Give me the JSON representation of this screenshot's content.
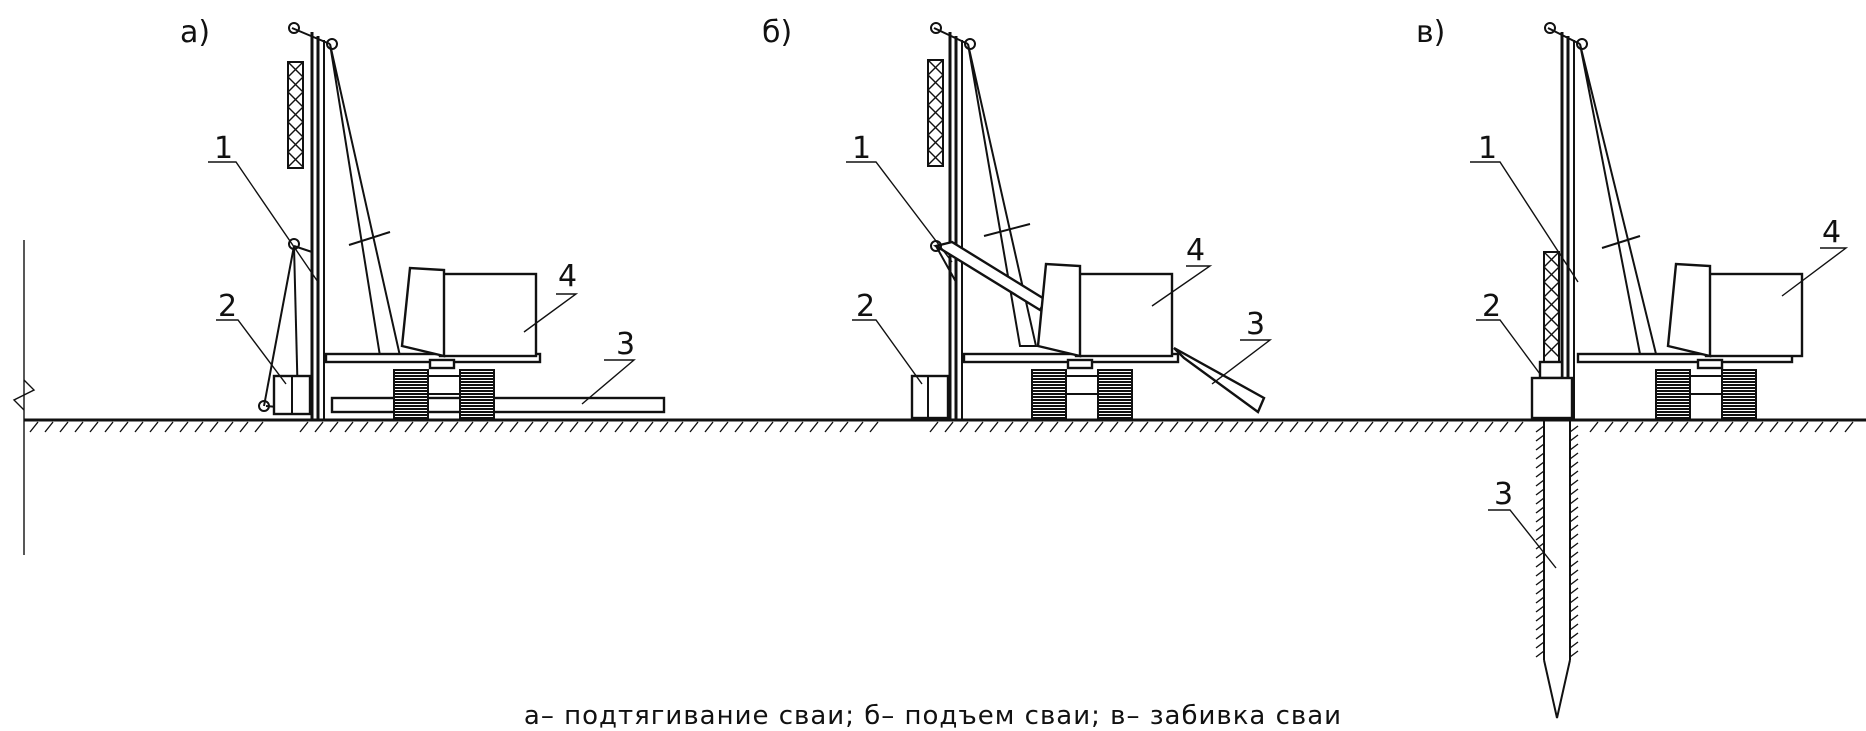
{
  "panels": [
    {
      "label": "а)",
      "callouts": {
        "c1": "1",
        "c2": "2",
        "c3": "3",
        "c4": "4"
      }
    },
    {
      "label": "б)",
      "callouts": {
        "c1": "1",
        "c2": "2",
        "c3": "3",
        "c4": "4"
      }
    },
    {
      "label": "в)",
      "callouts": {
        "c1": "1",
        "c2": "2",
        "c3": "3",
        "c4": "4"
      }
    }
  ],
  "caption": "а– подтягивание сваи; б– подъем сваи; в– забивка сваи"
}
